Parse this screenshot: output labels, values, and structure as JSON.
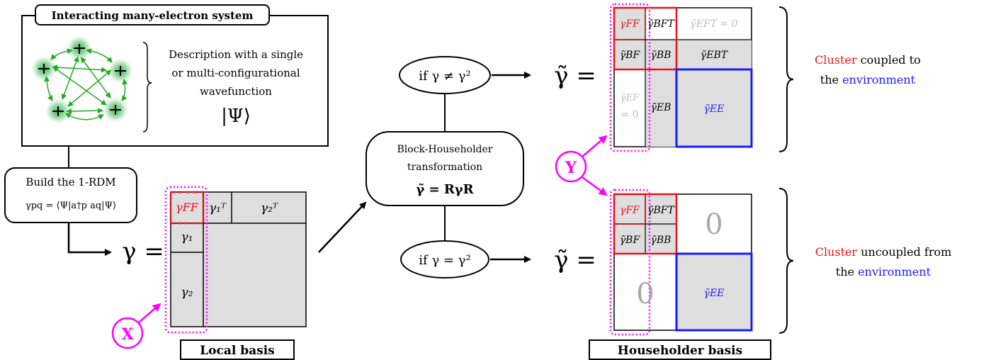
{
  "system": {
    "title": "Interacting many-electron system",
    "description_lines": [
      "Description with a single",
      "or multi-configurational",
      "wavefunction"
    ],
    "wavefunction": "|Ψ⟩"
  },
  "rdm": {
    "line1": "Build the 1-RDM",
    "formula": "γpq = ⟨Ψ|a†p aq|Ψ⟩"
  },
  "local": {
    "lhs": "γ =",
    "gFF": "γFF",
    "g1T": "γ₁ᵀ",
    "g2T": "γ₂ᵀ",
    "g1": "γ₁",
    "g2": "γ₂",
    "basis_label": "Local basis",
    "marker": "X"
  },
  "householder": {
    "line1": "Block-Householder",
    "line2": "transformation",
    "formula": "γ̃ = RγR",
    "cond_top": "if γ ≠ γ²",
    "cond_bottom": "if γ = γ²"
  },
  "top_matrix": {
    "lhs": "γ̃ =",
    "FF": "γFF",
    "BFT": "γ̃BFT",
    "EFT0": "γ̃EFT = 0",
    "BF": "γ̃BF",
    "BB": "γ̃BB",
    "EBT": "γ̃EBT",
    "EF": "γ̃EF",
    "EF0": "= 0",
    "EB": "γ̃EB",
    "EE": "γ̃EE"
  },
  "bottom_matrix": {
    "lhs": "γ̃ =",
    "FF": "γFF",
    "BFT": "γ̃BFT",
    "BF": "γ̃BF",
    "BB": "γ̃BB",
    "zero_top": "0",
    "zero_bottom": "0",
    "EE": "γ̃EE",
    "basis_label": "Householder basis"
  },
  "marker_y": "Y",
  "coupled": {
    "w1": "Cluster",
    "w2": "coupled to",
    "w3": "the",
    "w4": "environment"
  },
  "uncoupled": {
    "w1": "Cluster",
    "w2": "uncoupled from",
    "w3": "the",
    "w4": "environment"
  },
  "colors": {
    "red": "#e8141b",
    "blue": "#1a1aff",
    "magenta": "#ff00ff",
    "green": "#22aa22",
    "gray": "#dedede",
    "lightgray": "#bbbbbb",
    "zerogray": "#a8a8a8"
  }
}
